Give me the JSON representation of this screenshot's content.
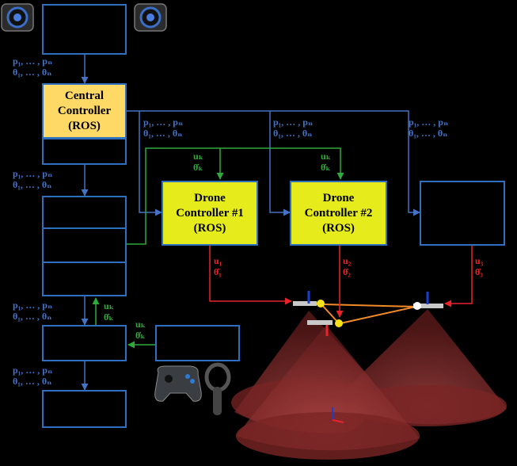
{
  "colors": {
    "blue": "#4472c4",
    "green": "#2eaa3a",
    "red": "#e8232a",
    "central_fill": "#ffd966",
    "drone_fill": "#e6ec1c",
    "cone": "#8b2a2a"
  },
  "labels": {
    "p_line": "p₁, … , pₙ",
    "theta_line": "θ₁, … , θₙ",
    "uk": "uₖ",
    "thetadot_k": "θ̇ₖ"
  },
  "central": {
    "line1": "Central",
    "line2": "Controller",
    "line3": "(ROS)"
  },
  "drone1": {
    "line1": "Drone",
    "line2": "Controller #1",
    "line3": "(ROS)",
    "u": "u₁",
    "thetadot": "θ̇₁"
  },
  "drone2": {
    "line1": "Drone",
    "line2": "Controller #2",
    "line3": "(ROS)",
    "u": "u₂",
    "thetadot": "θ̇₂"
  },
  "drone3": {
    "u": "u₃",
    "thetadot": "θ̇₃"
  },
  "icons": [
    "camera-icon",
    "gamepad-icon",
    "vr-controller-icon",
    "drone-icon",
    "field-of-view-cone"
  ]
}
